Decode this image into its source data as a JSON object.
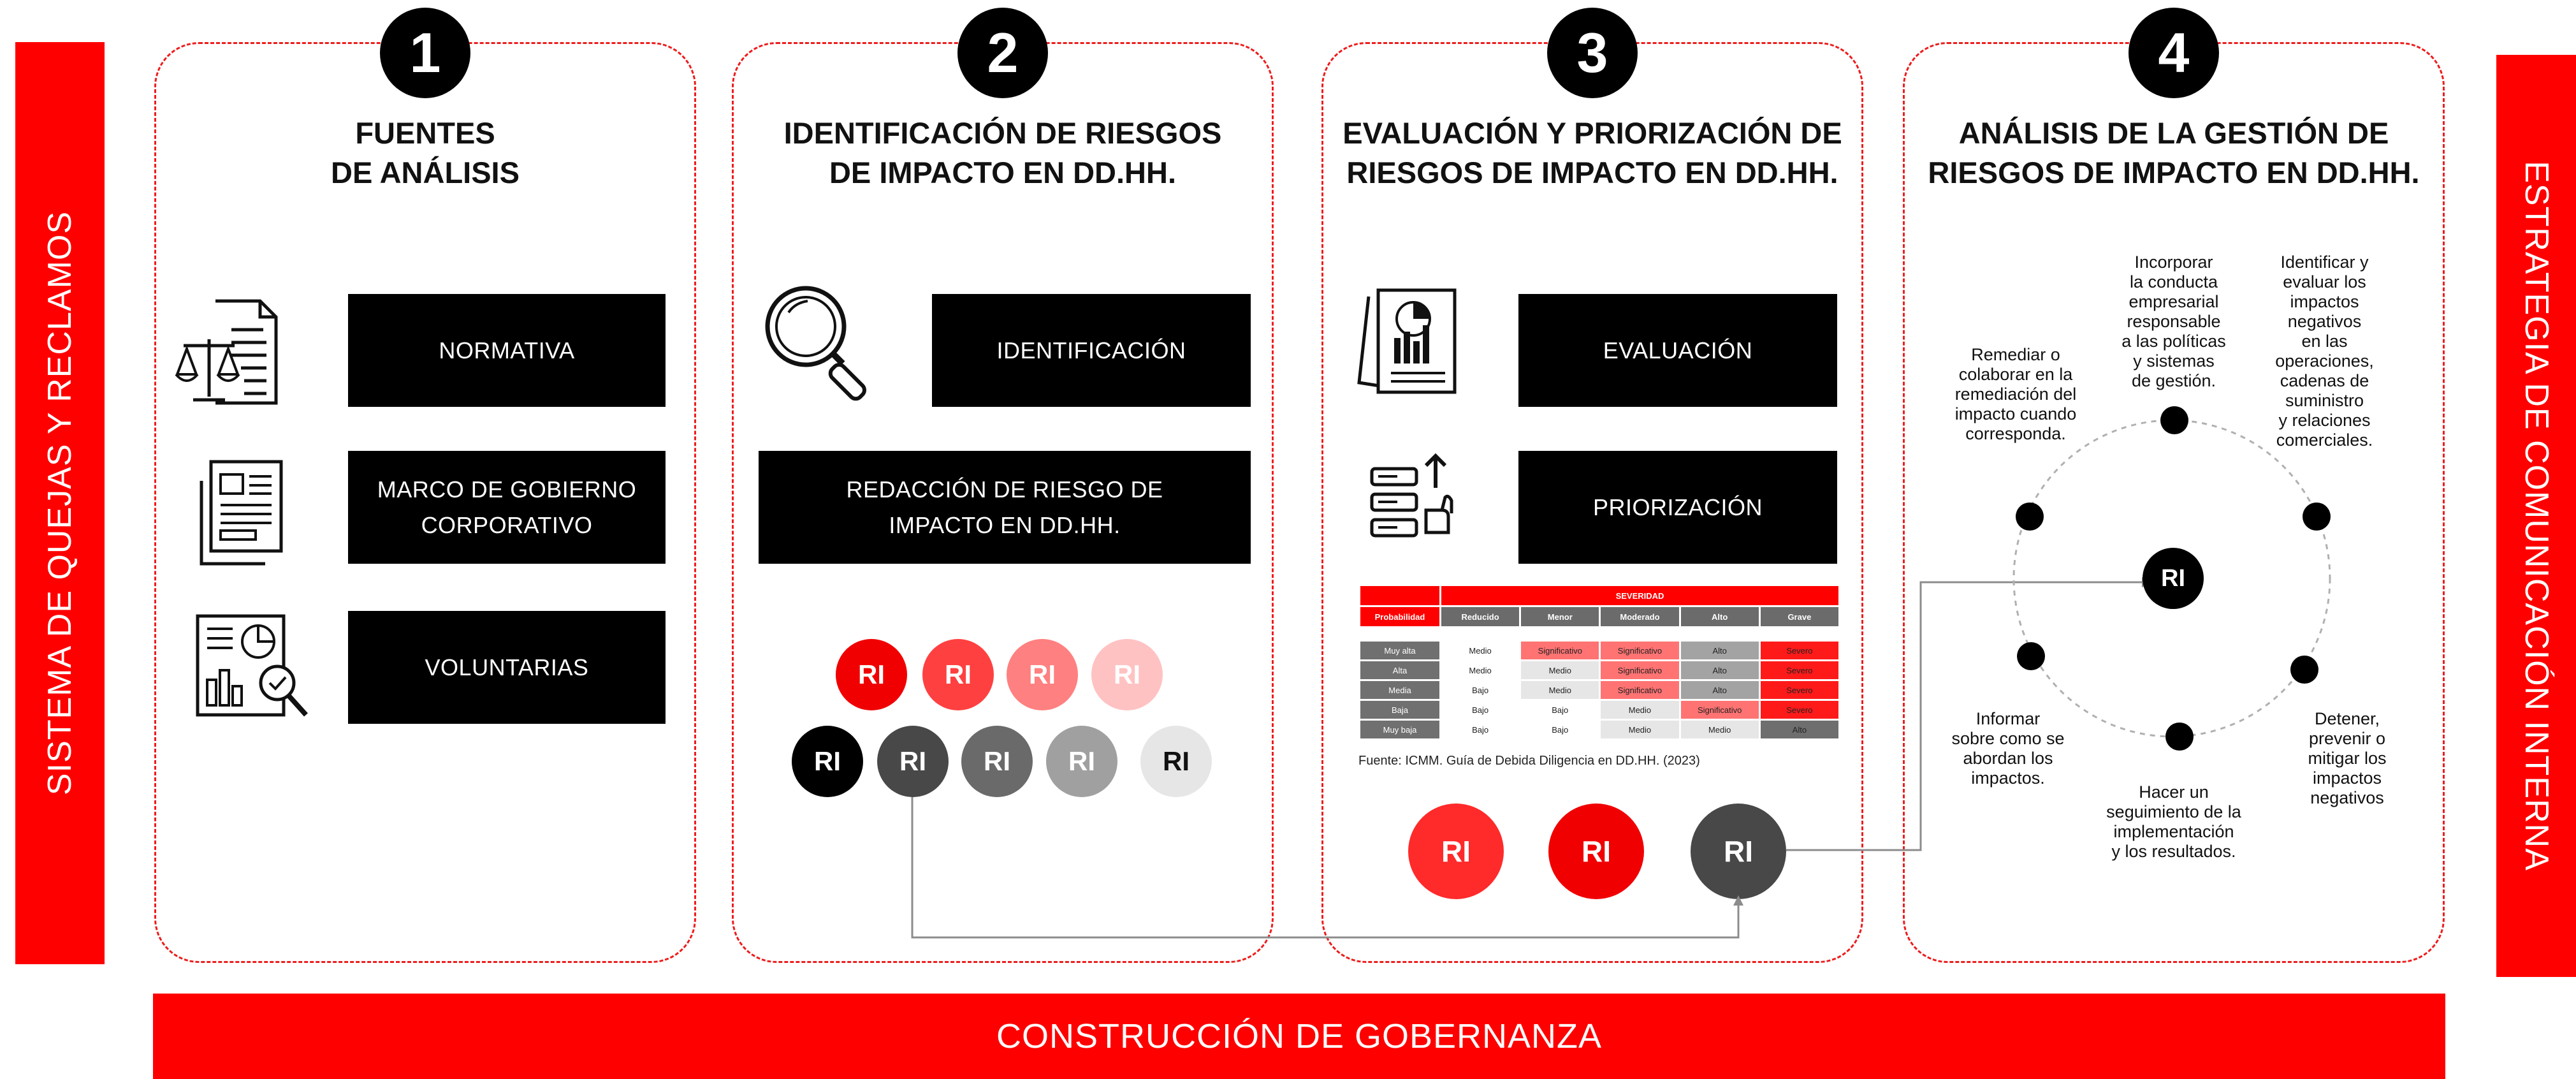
{
  "side": {
    "left": "SISTEMA DE QUEJAS Y RECLAMOS",
    "right": "ESTRATEGIA DE COMUNICACIÓN INTERNA",
    "bottom": "CONSTRUCCIÓN DE GOBERNANZA"
  },
  "colors": {
    "accent": "#ff0000",
    "dark": "#000000"
  },
  "panels": [
    {
      "number": "1",
      "title_line1": "FUENTES",
      "title_line2": "DE ANÁLISIS",
      "items": [
        {
          "icon": "legal-document-scales-icon",
          "label": "NORMATIVA"
        },
        {
          "icon": "documents-icon",
          "label_line1": "MARCO DE GOBIERNO",
          "label_line2": "CORPORATIVO"
        },
        {
          "icon": "report-analysis-icon",
          "label": "VOLUNTARIAS"
        }
      ]
    },
    {
      "number": "2",
      "title_line1": "IDENTIFICACIÓN DE RIESGOS",
      "title_line2": "DE IMPACTO EN DD.HH.",
      "items": [
        {
          "icon": "magnifying-glass-icon",
          "label": "IDENTIFICACIÓN"
        },
        {
          "label_line1": "REDACCIÓN DE RIESGO DE",
          "label_line2": "IMPACTO EN DD.HH."
        }
      ],
      "ri_label": "RI"
    },
    {
      "number": "3",
      "title_line1": "EVALUACIÓN Y PRIORIZACIÓN DE",
      "title_line2": "RIESGOS DE IMPACTO EN DD.HH.",
      "items": [
        {
          "icon": "report-charts-icon",
          "label": "EVALUACIÓN"
        },
        {
          "icon": "prioritization-icon",
          "label": "PRIORIZACIÓN"
        }
      ],
      "matrix": {
        "severity_header": "SEVERIDAD",
        "prob_header": "Probabilidad",
        "columns": [
          "Reducido",
          "Menor",
          "Moderado",
          "Alto",
          "Grave"
        ],
        "rows": [
          {
            "label": "Muy alta",
            "cells": [
              "Medio",
              "Significativo",
              "Significativo",
              "Alto",
              "Severo"
            ]
          },
          {
            "label": "Alta",
            "cells": [
              "Medio",
              "Medio",
              "Significativo",
              "Alto",
              "Severo"
            ]
          },
          {
            "label": "Media",
            "cells": [
              "Bajo",
              "Medio",
              "Significativo",
              "Alto",
              "Severo"
            ]
          },
          {
            "label": "Baja",
            "cells": [
              "Bajo",
              "Bajo",
              "Medio",
              "Significativo",
              "Severo"
            ]
          },
          {
            "label": "Muy baja",
            "cells": [
              "Bajo",
              "Bajo",
              "Medio",
              "Medio",
              "Alto"
            ]
          }
        ],
        "source": "Fuente: ICMM. Guía de Debida Diligencia en DD.HH. (2023)"
      }
    },
    {
      "number": "4",
      "title_line1": "ANÁLISIS DE LA GESTIÓN DE",
      "title_line2": "RIESGOS DE IMPACTO EN DD.HH.",
      "center": "RI",
      "cycle": {
        "top": [
          "Incorporar",
          "la conducta",
          "empresarial",
          "responsable",
          "a las políticas",
          "y sistemas",
          "de gestión."
        ],
        "top_right": [
          "Identificar y",
          "evaluar los",
          "impactos",
          "negativos",
          "en las",
          "operaciones,",
          "cadenas de",
          "suministro",
          "y relaciones",
          "comerciales."
        ],
        "bottom_right": [
          "Detener,",
          "prevenir o",
          "mitigar los",
          "impactos",
          "negativos"
        ],
        "bottom": [
          "Hacer un",
          "seguimiento de la",
          "implementación",
          "y los resultados."
        ],
        "bottom_left": [
          "Informar",
          "sobre como se",
          "abordan los",
          "impactos."
        ],
        "top_left": [
          "Remediar o",
          "colaborar en la",
          "remediación del",
          "impacto cuando",
          "corresponda."
        ]
      }
    }
  ]
}
